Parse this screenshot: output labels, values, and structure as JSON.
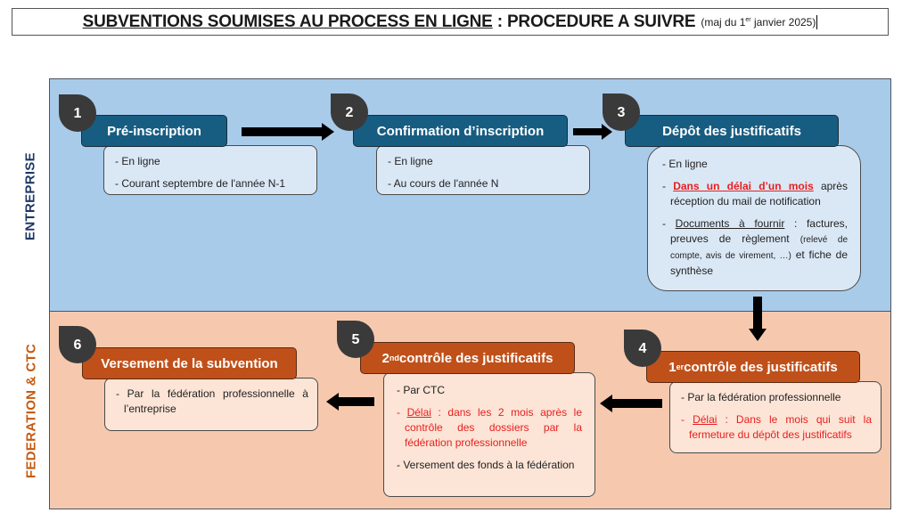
{
  "title": {
    "underlined": "SUBVENTIONS SOUMISES AU PROCESS EN LIGNE",
    "rest": " : PROCEDURE A SUIVRE",
    "sub_prefix": "(maj du 1",
    "sub_sup": "er",
    "sub_suffix": " janvier 2025)"
  },
  "lanes": {
    "top": {
      "label": "ENTREPRISE",
      "color": "#1f3864",
      "bg": "#a9cbea"
    },
    "bottom": {
      "label": "FEDERATION & CTC",
      "color": "#c55a11",
      "bg": "#f6c9ae"
    }
  },
  "steps": [
    {
      "number": "1",
      "title": "Pré-inscription",
      "items": [
        "En ligne",
        "Courant septembre de l'année N-1"
      ]
    },
    {
      "number": "2",
      "title": "Confirmation d’inscription",
      "items": [
        "En ligne",
        "Au cours de l'année N"
      ]
    },
    {
      "number": "3",
      "title": "Dépôt des justificatifs",
      "items": {
        "i1": "En ligne",
        "i2_red": "Dans un délai d’un mois",
        "i2_rest": " après réception du mail de notification",
        "i3_ul": "Documents à fournir",
        "i3_a": " : factures, preuves de règlement ",
        "i3_small": "(relevé de compte, avis de virement, …)",
        "i3_b": " et fiche de synthèse"
      }
    },
    {
      "number": "4",
      "title_sup": "er",
      "title_prefix": "1",
      "title": " contrôle des justificatifs",
      "items": {
        "i1": "Par la fédération professionnelle",
        "i2_ul": "Délai",
        "i2_rest": " : Dans le mois qui suit la fermeture du dépôt des justificatifs"
      }
    },
    {
      "number": "5",
      "title_prefix": "2",
      "title_sup": "nd",
      "title": " contrôle des justificatifs",
      "items": {
        "i1": "Par CTC",
        "i2_ul": "Délai",
        "i2_rest": " : dans les 2 mois après le contrôle des dossiers par la fédération professionnelle",
        "i3": "Versement des fonds à la fédération"
      }
    },
    {
      "number": "6",
      "title": "Versement de la subvention",
      "items": [
        "Par la fédération professionnelle à l’entreprise"
      ]
    }
  ],
  "bullet": "- ",
  "colors": {
    "header_blue": "#175d82",
    "header_orange": "#c0501a",
    "marker": "#3a3a3a",
    "deadline_red": "#e81f1f"
  }
}
